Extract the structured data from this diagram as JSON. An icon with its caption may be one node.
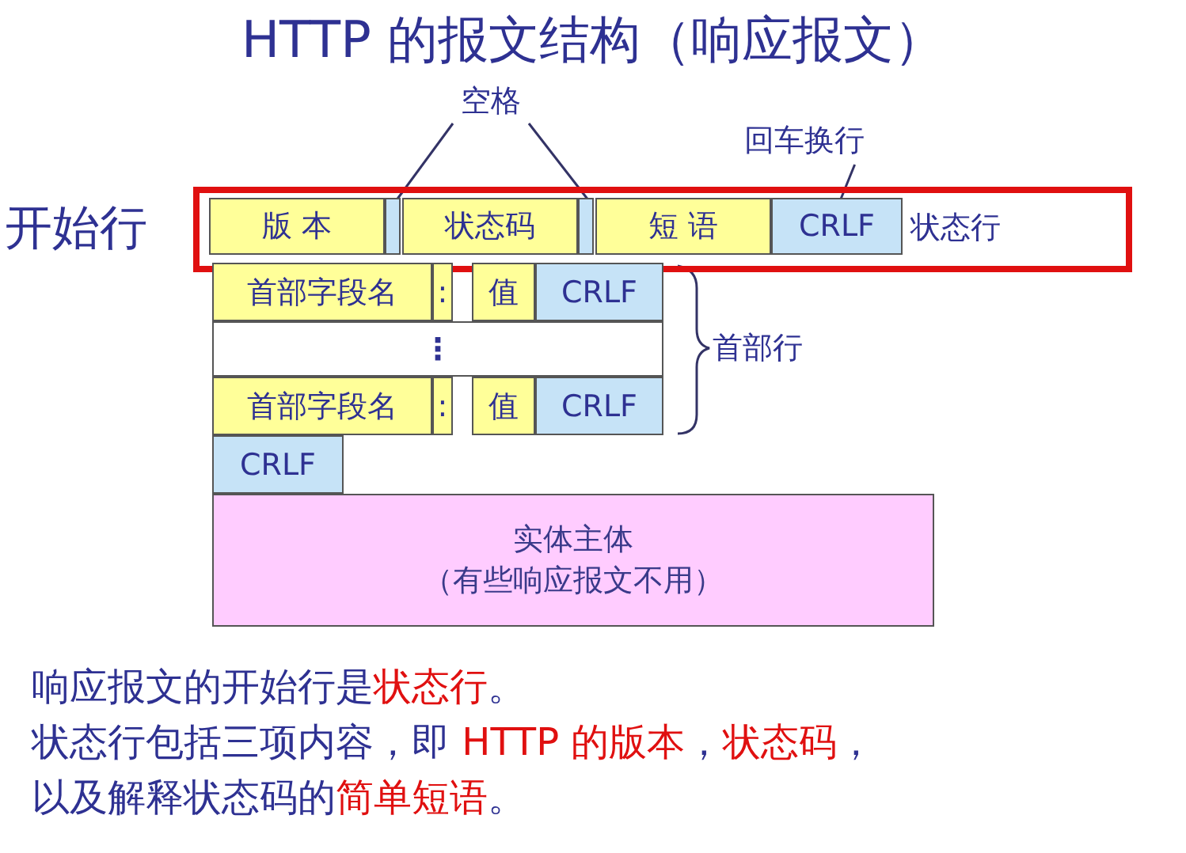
{
  "diagram": {
    "title": "HTTP 的报文结构（响应报文）",
    "nodes": [
      {
        "text": [
          "开始行"
        ],
        "beside": [
          "状态行"
        ]
      },
      {
        "text": [
          "版 本"
        ],
        "in": 0
      },
      {
        "text": [],
        "shape": "box",
        "in": 0
      },
      {
        "text": [
          "状态码"
        ],
        "in": 0
      },
      {
        "text": [],
        "shape": "box",
        "in": 0
      },
      {
        "text": [
          "短 语"
        ],
        "in": 0
      },
      {
        "text": [
          "CRLF"
        ],
        "in": 0
      },
      {
        "text": [
          "空格"
        ]
      },
      {
        "text": [
          "回车换行"
        ]
      },
      {
        "text": [
          "首部字段名"
        ]
      },
      {
        "text": [
          ":"
        ]
      },
      {
        "text": [
          "值"
        ]
      },
      {
        "text": [
          "CRLF"
        ]
      },
      {
        "text": [
          "⋮"
        ]
      },
      {
        "text": [
          "首部字段名"
        ]
      },
      {
        "text": [
          ":"
        ]
      },
      {
        "text": [
          "值"
        ]
      },
      {
        "text": [
          "CRLF"
        ]
      },
      {
        "text": [
          "CRLF"
        ]
      },
      {
        "text": [
          "实体主体",
          "（有些响应报文不用）"
        ]
      }
    ],
    "edges": [
      {
        "from": 7,
        "to": 2,
        "arrow": "none"
      },
      {
        "from": 7,
        "to": 4,
        "arrow": "none"
      },
      {
        "from": 8,
        "to": 6,
        "arrow": "none"
      }
    ],
    "labels": [
      "首部行",
      "响应报文的开始行是**状态行**。",
      "状态行包括三项内容，即 **HTTP 的版本**，**状态码**，",
      "以及解释状态码的**简单短语**。"
    ]
  }
}
